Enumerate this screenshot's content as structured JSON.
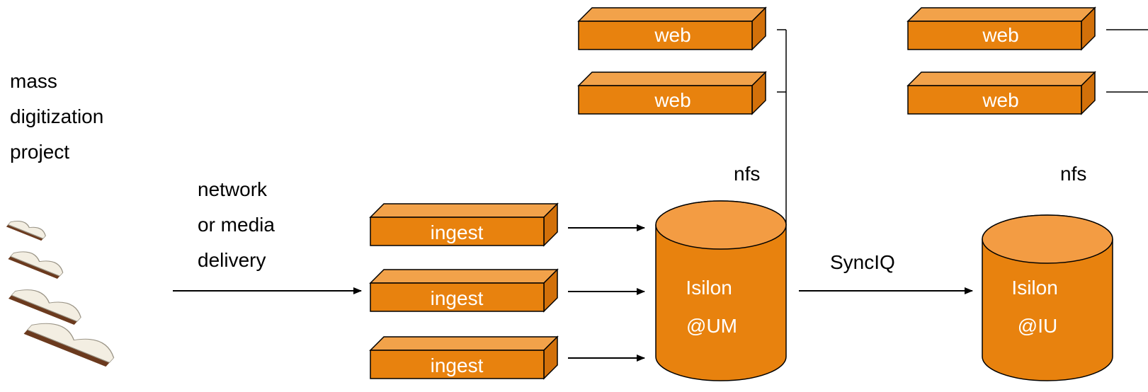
{
  "colors": {
    "box_front": "#E8820E",
    "box_top": "#F2A24A",
    "box_side": "#D2700A",
    "cylinder_body": "#E8820E",
    "cylinder_top": "#F39C43",
    "line": "#000000",
    "text": "#000000",
    "box_text": "#FFFFFF"
  },
  "source": {
    "title_lines": [
      "mass",
      "digitization",
      "project"
    ],
    "icon": "stacked-books-icon"
  },
  "delivery_label_lines": [
    "network",
    "or media",
    "delivery"
  ],
  "ingest_servers": [
    "ingest",
    "ingest",
    "ingest"
  ],
  "um_site": {
    "storage_lines": [
      "Isilon",
      "@UM"
    ],
    "web_servers": [
      "web",
      "web"
    ],
    "protocol_label": "nfs"
  },
  "replication_label": "SyncIQ",
  "iu_site": {
    "storage_lines": [
      "Isilon",
      "@IU"
    ],
    "web_servers": [
      "web",
      "web"
    ],
    "protocol_label": "nfs"
  }
}
